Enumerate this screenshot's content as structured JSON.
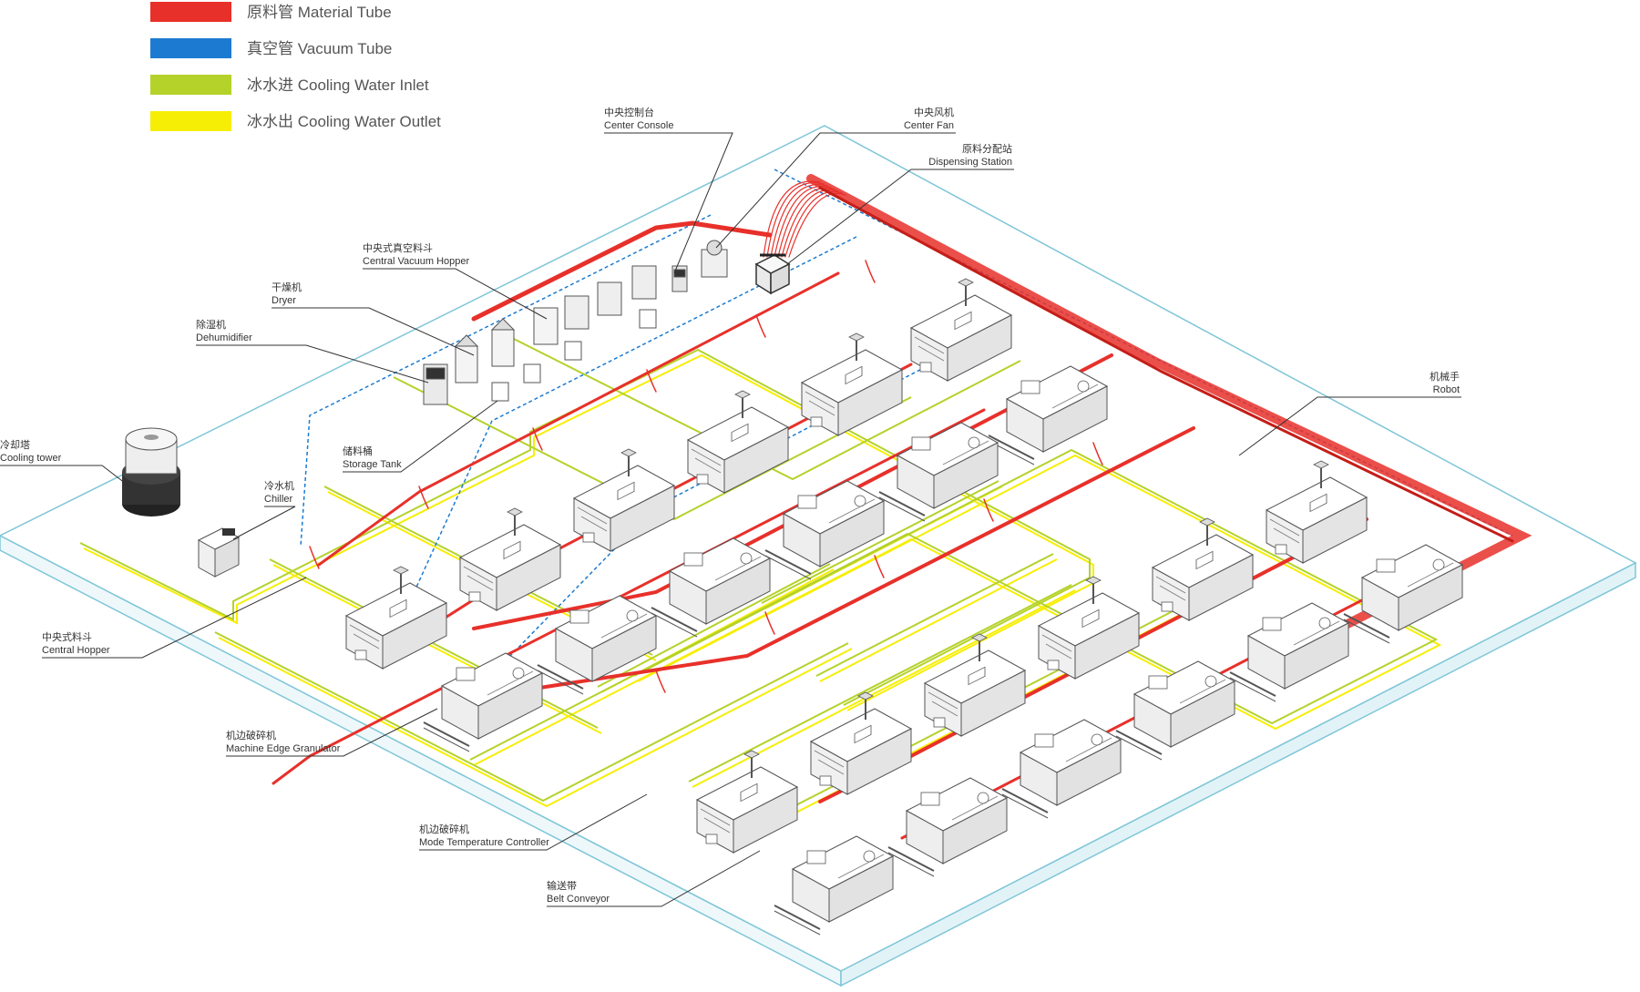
{
  "legend": [
    {
      "label": "原料管  Material Tube",
      "color": "#e8302a"
    },
    {
      "label": "真空管  Vacuum Tube",
      "color": "#1c7bd1"
    },
    {
      "label": "冰水进 Cooling Water Inlet",
      "color": "#b4d22a"
    },
    {
      "label": "冰水出 Cooling Water Outlet",
      "color": "#f7ee05"
    }
  ],
  "labels": {
    "center_console": {
      "zh": "中央控制台",
      "en": "Center Console"
    },
    "center_fan": {
      "zh": "中央风机",
      "en": "Center Fan"
    },
    "dispensing": {
      "zh": "原料分配站",
      "en": "Dispensing Station"
    },
    "vacuum_hopper": {
      "zh": "中央式真空料斗",
      "en": "Central Vacuum Hopper"
    },
    "dryer": {
      "zh": "干燥机",
      "en": "Dryer"
    },
    "dehumidifier": {
      "zh": "除湿机",
      "en": "Dehumidifier"
    },
    "cooling_tower": {
      "zh": "冷却塔",
      "en": "Cooling tower"
    },
    "chiller": {
      "zh": "冷水机",
      "en": "Chiller"
    },
    "storage_tank": {
      "zh": "储料桶",
      "en": "Storage Tank"
    },
    "robot": {
      "zh": "机械手",
      "en": "Robot"
    },
    "central_hopper": {
      "zh": "中央式料斗",
      "en": "Central Hopper"
    },
    "granulator": {
      "zh": "机边破碎机",
      "en": "Machine Edge Granulator"
    },
    "mold_temp": {
      "zh": "机边破碎机",
      "en": "Mode Temperature Controller"
    },
    "belt_conveyor": {
      "zh": "输送带",
      "en": "Belt Conveyor"
    }
  },
  "colors": {
    "material": "#e8302a",
    "vacuum": "#1c7bd1",
    "water_in": "#b4d22a",
    "water_out": "#f7ee05",
    "floor_edge": "#7fc6d8",
    "machine": "#555555"
  }
}
